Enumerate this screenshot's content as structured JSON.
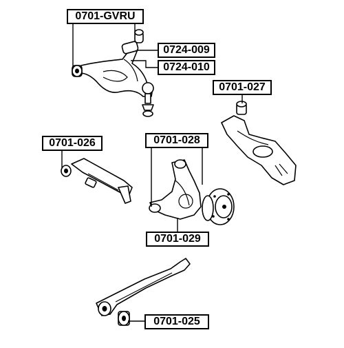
{
  "labels": {
    "gvru": "0701-GVRU",
    "p009": "0724-009",
    "p010": "0724-010",
    "p027": "0701-027",
    "p026": "0701-026",
    "p028": "0701-028",
    "p029": "0701-029",
    "p025": "0701-025"
  },
  "colors": {
    "line": "#000000",
    "background": "#ffffff"
  }
}
